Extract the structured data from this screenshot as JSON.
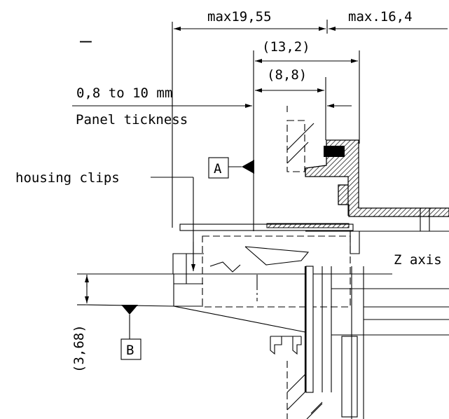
{
  "dimensions": {
    "top_left": "max19,55",
    "top_right": "max.16,4",
    "middle": "(13,2)",
    "inner": "(8,8)",
    "vertical": "(3,68)"
  },
  "labels": {
    "dash_mark": "–",
    "panel_range": "0,8 to 10 mm",
    "panel_caption": "Panel tickness",
    "housing_clips": "housing clips",
    "z_axis": "Z axis"
  },
  "datums": {
    "a": "A",
    "b": "B"
  }
}
